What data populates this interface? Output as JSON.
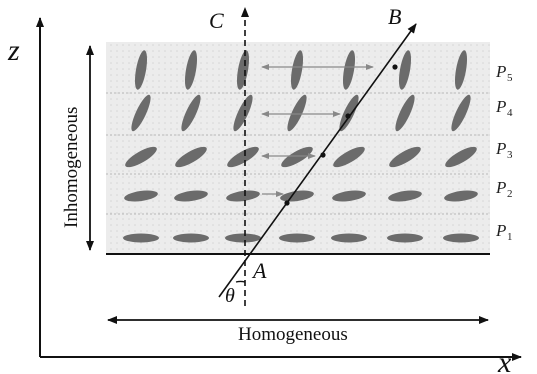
{
  "axes": {
    "x_label": "x",
    "z_label": "z"
  },
  "points": {
    "A": "A",
    "B": "B",
    "C": "C"
  },
  "angle_label": "θ",
  "labels": {
    "vertical": "Inhomogeneous",
    "horizontal": "Homogeneous"
  },
  "layers": [
    {
      "p": "P",
      "sub": "1",
      "tilt_deg": 0
    },
    {
      "p": "P",
      "sub": "2",
      "tilt_deg": -8
    },
    {
      "p": "P",
      "sub": "3",
      "tilt_deg": -30
    },
    {
      "p": "P",
      "sub": "4",
      "tilt_deg": -65
    },
    {
      "p": "P",
      "sub": "5",
      "tilt_deg": -80
    }
  ],
  "colors": {
    "ellipse": "#6b6b6b",
    "grid_bg": "#ededed",
    "line": "#111111",
    "arrow": "#888888"
  }
}
